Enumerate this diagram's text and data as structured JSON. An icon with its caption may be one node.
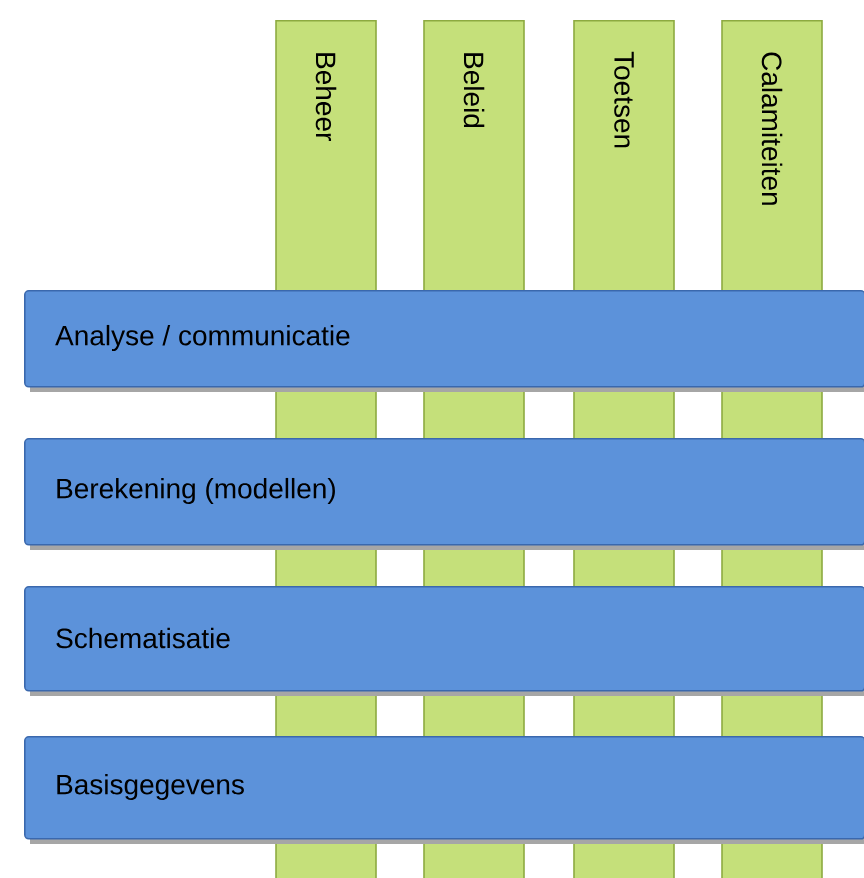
{
  "diagram": {
    "nodes": [
      {
        "text": [
          "Beheer"
        ]
      },
      {
        "text": [
          "Beleid"
        ]
      },
      {
        "text": [
          "Toetsen"
        ]
      },
      {
        "text": [
          "Calamiteiten"
        ]
      },
      {
        "text": [
          "Analyse / communicatie"
        ]
      },
      {
        "text": [
          "Berekening (modellen)"
        ]
      },
      {
        "text": [
          "Schematisatie"
        ]
      },
      {
        "text": [
          "Basisgegevens"
        ]
      }
    ]
  }
}
